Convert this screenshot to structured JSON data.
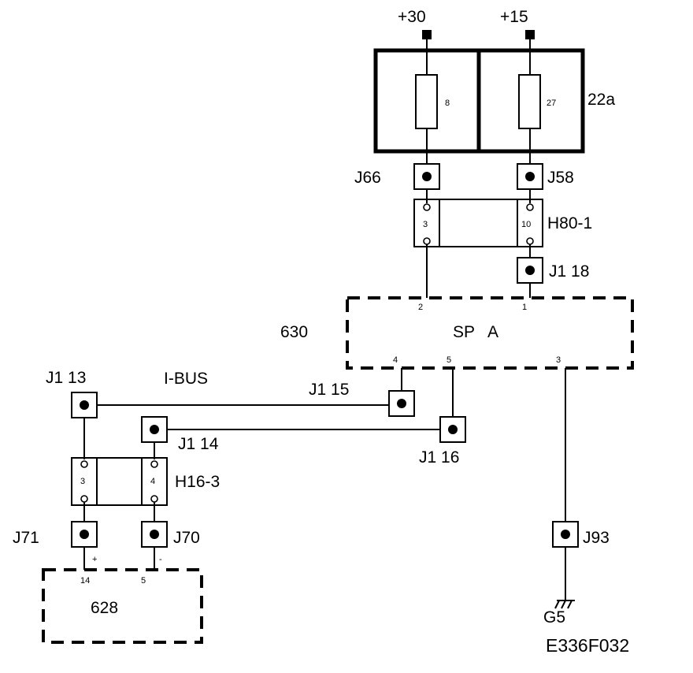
{
  "supply": {
    "plus30": "+30",
    "plus15": "+15"
  },
  "fuse_block": {
    "label": "22a",
    "fuse_left": "8",
    "fuse_right": "27"
  },
  "connectors": {
    "j66": "J66",
    "j58": "J58",
    "h80": "H80-1",
    "h80_pin_left": "3",
    "h80_pin_right": "10",
    "j1_18": "J1  18",
    "j1_13": "J1  13",
    "ibus": "I-BUS",
    "j1_15": "J1  15",
    "j1_14": "J1  14",
    "j1_16": "J1  16",
    "h16": "H16-3",
    "h16_pin_left": "3",
    "h16_pin_right": "4",
    "j71": "J71",
    "j70": "J70",
    "j93": "J93"
  },
  "module_630": {
    "id": "630",
    "name": "SP   A",
    "pin2": "2",
    "pin1": "1",
    "pin4": "4",
    "pin5": "5",
    "pin3": "3"
  },
  "module_628": {
    "id": "628",
    "pin14": "14",
    "pin5": "5",
    "plus": "+",
    "minus": "-"
  },
  "ground": {
    "label": "G5"
  },
  "footer": {
    "code": "E336F032"
  }
}
